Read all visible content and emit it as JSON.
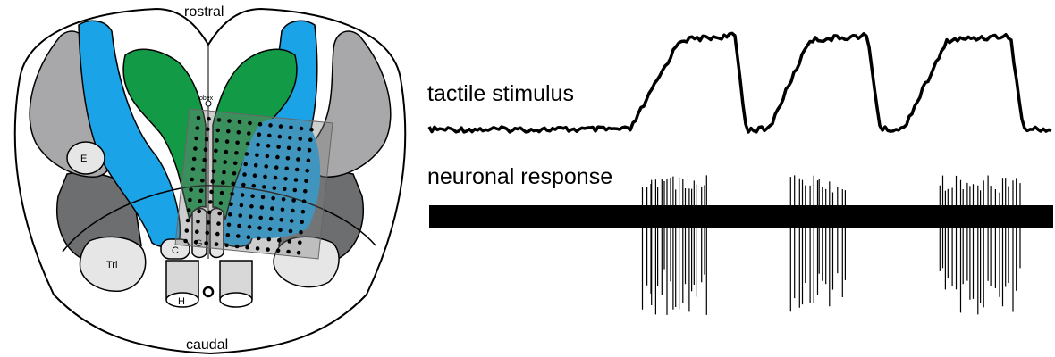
{
  "brainstem": {
    "label_top": "rostral",
    "label_bottom": "caudal",
    "label_obex": "obex",
    "nuclei": {
      "E": "E",
      "C": "C",
      "G": "G",
      "H": "H",
      "Tri": "Tri"
    },
    "colors": {
      "blue": "#1aa3e6",
      "green": "#139a47",
      "gray_light": "#a8a8aa",
      "gray_dark": "#6d6e70",
      "gray_pale": "#e6e6e6",
      "grid_overlay": "#7f7f7f"
    }
  },
  "traces": {
    "stimulus_label": "tactile stimulus",
    "response_label": "neuronal response"
  }
}
